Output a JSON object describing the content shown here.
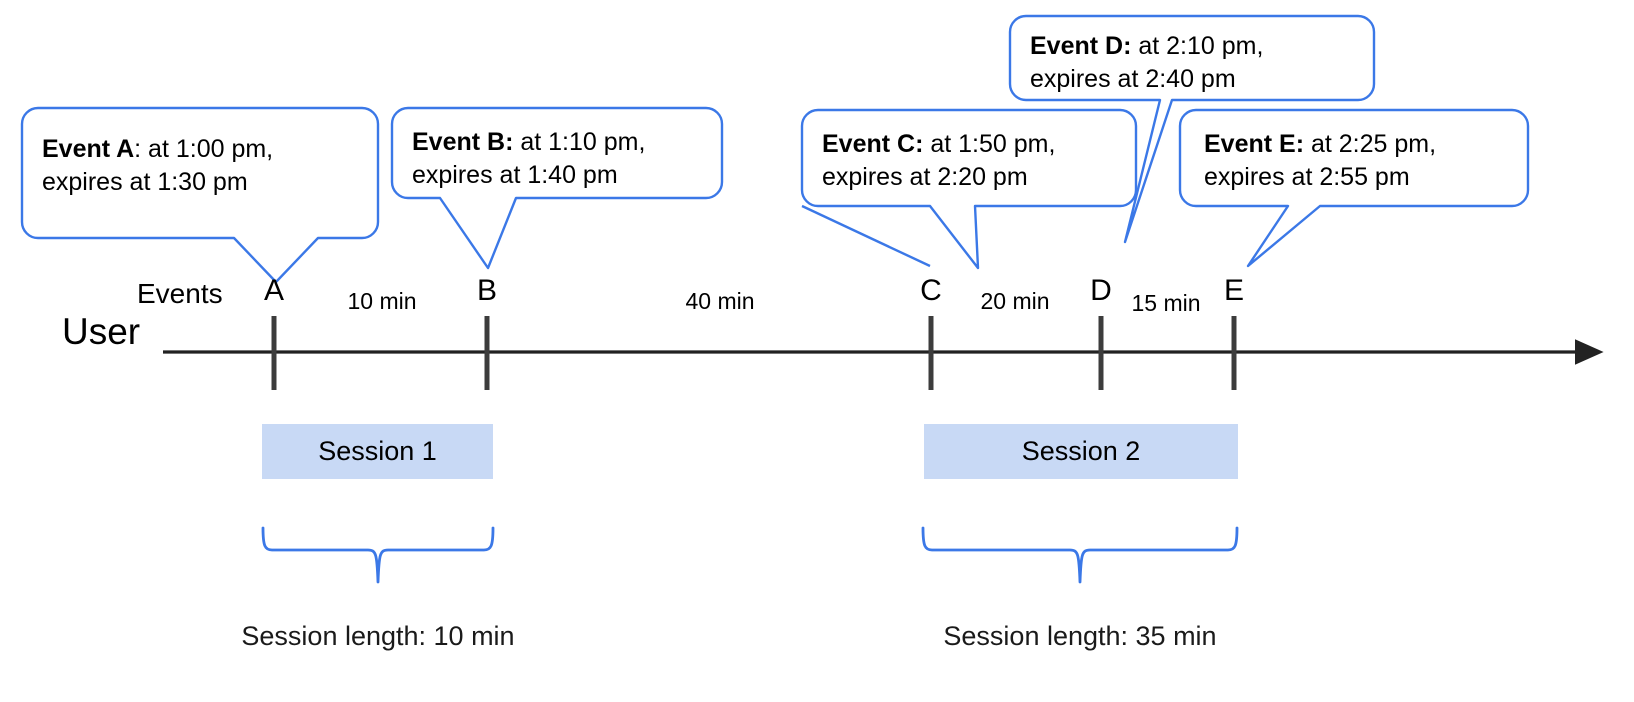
{
  "diagram": {
    "title_lane_user": "User",
    "title_lane_events": "Events",
    "accent_color": "#3b78e7",
    "session_fill_color": "#c8d9f5",
    "axis_color": "#3c3c3c"
  },
  "callouts": [
    {
      "id": "A",
      "label_bold": "Event A",
      "label_rest": ": at 1:00 pm,",
      "line2": "expires at 1:30 pm"
    },
    {
      "id": "B",
      "label_bold": "Event B:",
      "label_rest": " at 1:10 pm,",
      "line2": "expires at 1:40 pm"
    },
    {
      "id": "C",
      "label_bold": "Event C:",
      "label_rest": " at 1:50 pm,",
      "line2": "expires at 2:20 pm"
    },
    {
      "id": "D",
      "label_bold": "Event D:",
      "label_rest": " at 2:10 pm,",
      "line2": "expires at 2:40 pm"
    },
    {
      "id": "E",
      "label_bold": "Event E:",
      "label_rest": " at 2:25 pm,",
      "line2": "expires at 2:55 pm"
    }
  ],
  "timeline": {
    "lane_label": "User",
    "events_label": "Events",
    "ticks": [
      {
        "label": "A",
        "time": "1:00 pm"
      },
      {
        "label": "B",
        "time": "1:10 pm"
      },
      {
        "label": "C",
        "time": "1:50 pm"
      },
      {
        "label": "D",
        "time": "2:10 pm"
      },
      {
        "label": "E",
        "time": "2:25 pm"
      }
    ],
    "intervals": [
      {
        "from": "A",
        "to": "B",
        "label": "10 min"
      },
      {
        "from": "B",
        "to": "C",
        "label": "40 min"
      },
      {
        "from": "C",
        "to": "D",
        "label": "20 min"
      },
      {
        "from": "D",
        "to": "E",
        "label": "15 min"
      }
    ]
  },
  "sessions": [
    {
      "name": "Session 1",
      "caption": "Session length: 10 min"
    },
    {
      "name": "Session 2",
      "caption": "Session length: 35 min"
    }
  ],
  "chart_data": {
    "type": "timeline",
    "title": "",
    "xlabel": "",
    "ylabel": "",
    "events": [
      {
        "id": "A",
        "occurs_at": "1:00 pm",
        "expires_at": "1:30 pm",
        "session": "Session 1"
      },
      {
        "id": "B",
        "occurs_at": "1:10 pm",
        "expires_at": "1:40 pm",
        "session": "Session 1"
      },
      {
        "id": "C",
        "occurs_at": "1:50 pm",
        "expires_at": "2:20 pm",
        "session": "Session 2"
      },
      {
        "id": "D",
        "occurs_at": "2:10 pm",
        "expires_at": "2:40 pm",
        "session": "Session 2"
      },
      {
        "id": "E",
        "occurs_at": "2:25 pm",
        "expires_at": "2:55 pm",
        "session": "Session 2"
      }
    ],
    "gaps_min": [
      10,
      40,
      20,
      15
    ],
    "sessions": [
      {
        "name": "Session 1",
        "events": [
          "A",
          "B"
        ],
        "length_min": 10
      },
      {
        "name": "Session 2",
        "events": [
          "C",
          "D",
          "E"
        ],
        "length_min": 35
      }
    ]
  }
}
